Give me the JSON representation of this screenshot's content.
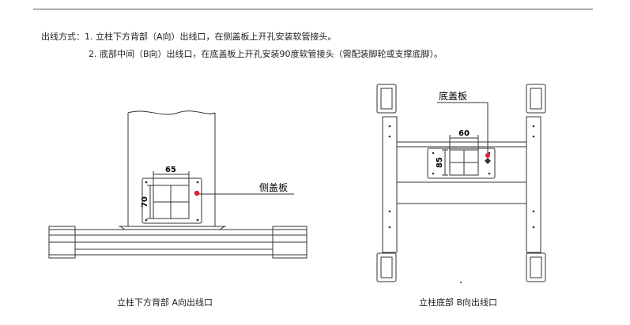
{
  "notes": {
    "label": "出线方式：",
    "line1": "1. 立柱下方背部（A向）出线口，在侧盖板上开孔安装软管接头。",
    "line2": "2. 底部中间（B向）出线口，在底盖板上开孔安装90度软管接头（需配装脚轮或支撑底脚）。"
  },
  "left_figure": {
    "dim_width": "65",
    "dim_height": "70",
    "callout": "侧盖板",
    "caption": "立柱下方背部  A向出线口"
  },
  "right_figure": {
    "dim_width": "60",
    "dim_height": "85",
    "callout": "底盖板",
    "caption": "立柱底部  B向出线口"
  },
  "colors": {
    "line": "#333333",
    "marker": "#e0202a"
  }
}
